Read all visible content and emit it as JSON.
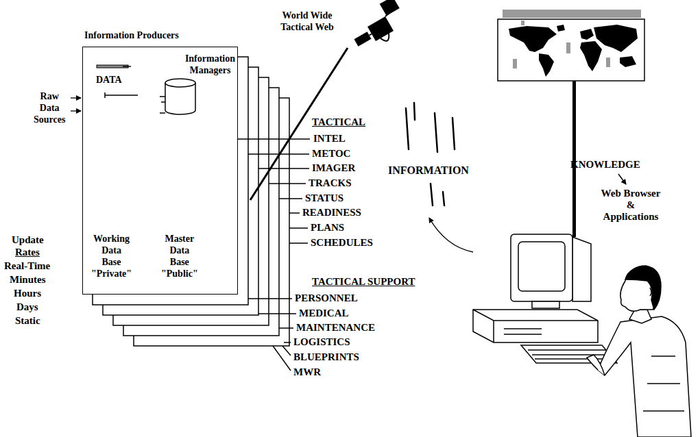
{
  "diagram": {
    "nodes": [
      {
        "text": [
          "Information Producers"
        ]
      },
      {
        "text": [
          "Information Managers"
        ],
        "in": 0
      }
    ],
    "labels": [
      "World Wide Tactical Web",
      "DATA",
      "Raw Data Sources",
      "Working Data Base \"Private\"",
      "Master Data Base \"Public\"",
      "Update",
      "Rates",
      "Real-Time",
      "Minutes",
      "Hours",
      "Days",
      "Static",
      "TACTICAL",
      "INTEL",
      "METOC",
      "IMAGER",
      "TRACKS",
      "STATUS",
      "READINESS",
      "PLANS",
      "SCHEDULES",
      "TACTICAL SUPPORT",
      "PERSONNEL",
      "MEDICAL",
      "MAINTENANCE",
      "LOGISTICS",
      "BLUEPRINTS",
      "MWR",
      "INFORMATION",
      "KNOWLEDGE",
      "Web Browser & Applications"
    ]
  }
}
